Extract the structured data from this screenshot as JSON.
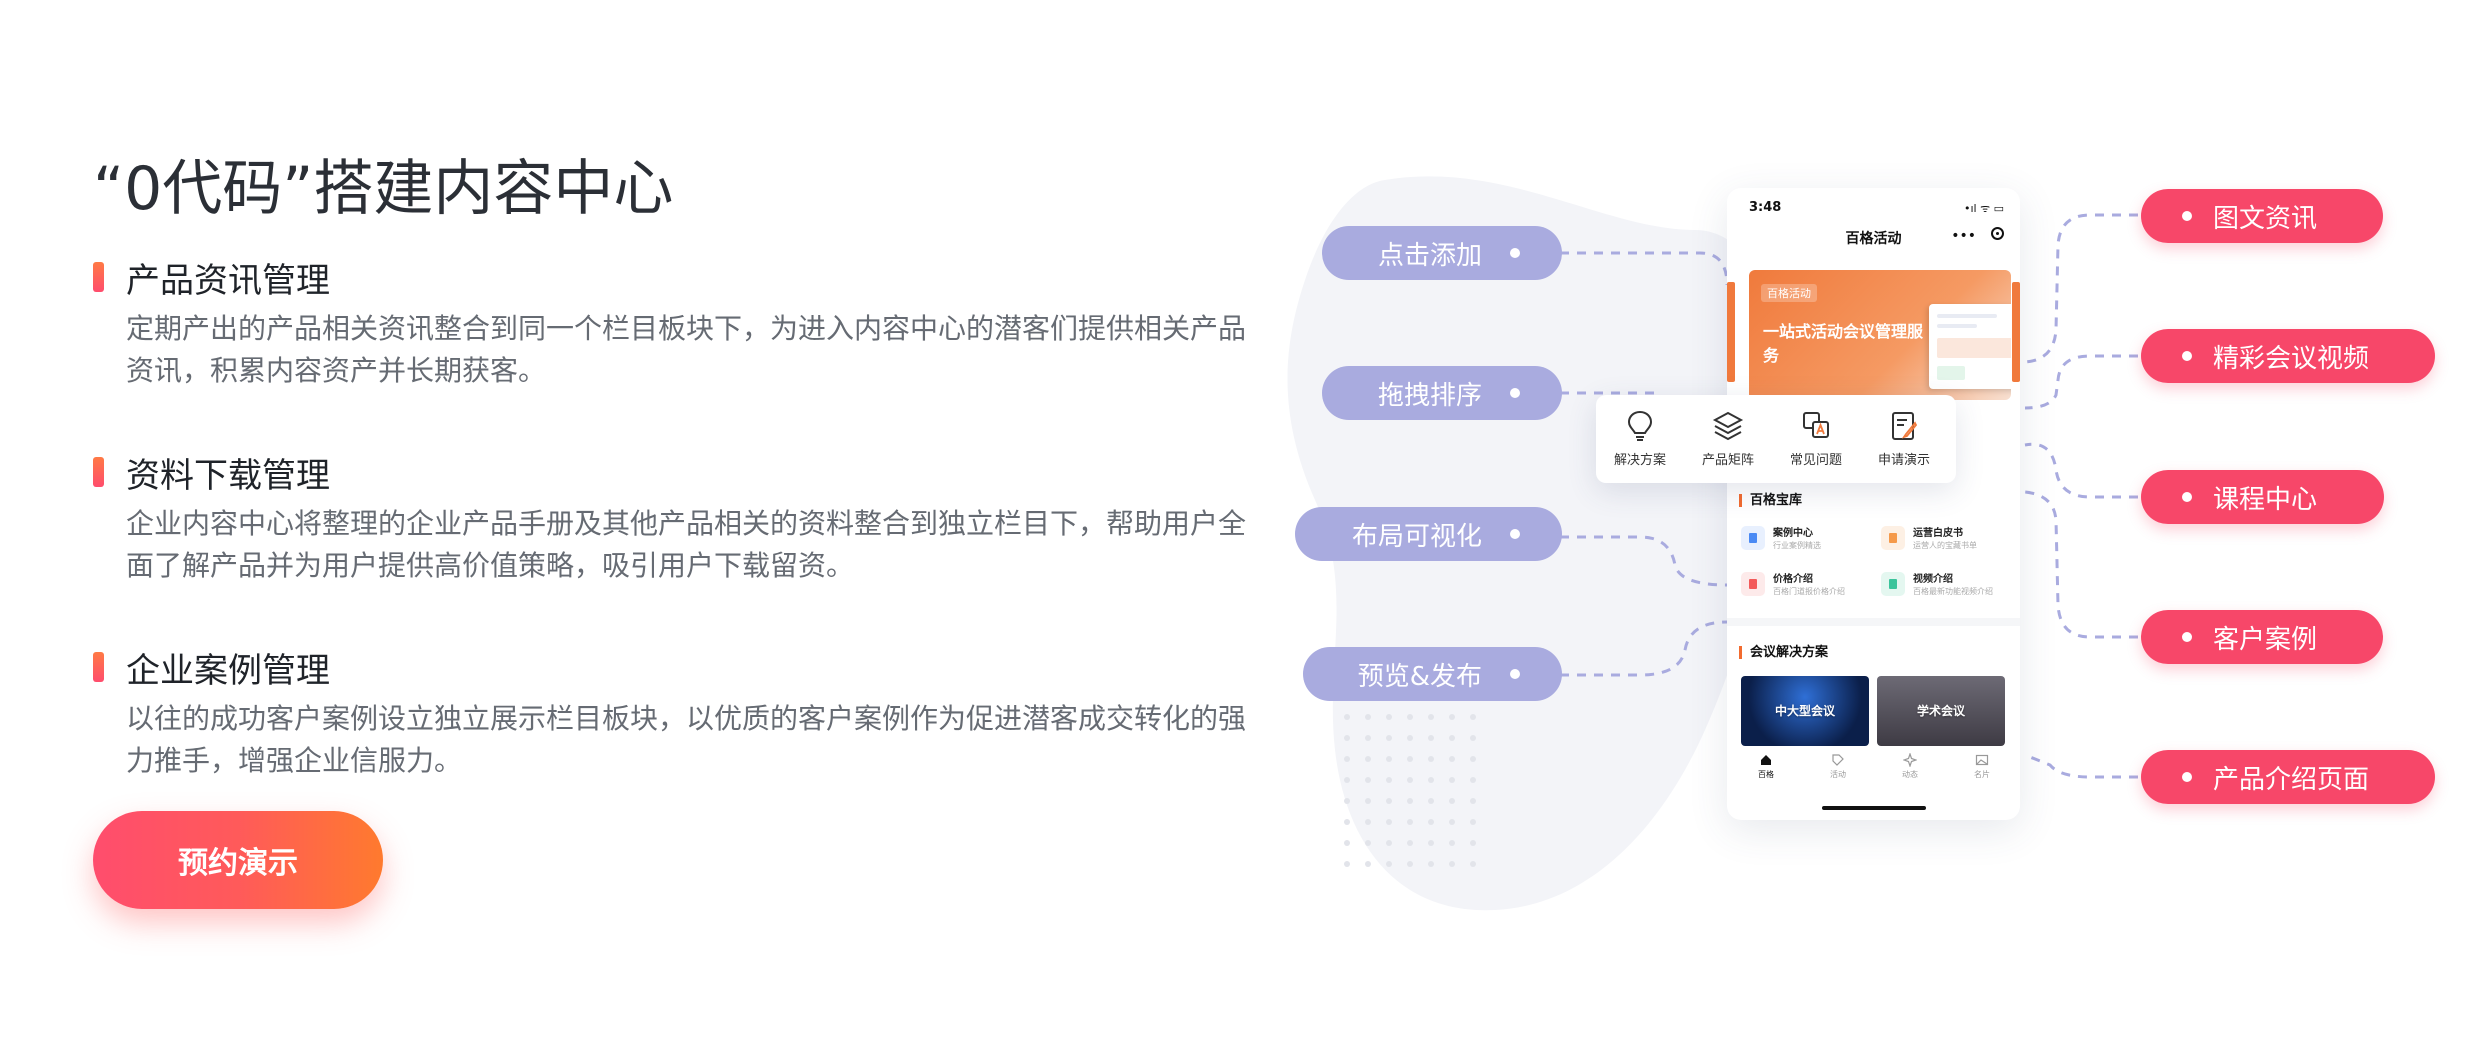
{
  "page": {
    "title": "“0代码”搭建内容中心"
  },
  "features": [
    {
      "title": "产品资讯管理",
      "description": "定期产出的产品相关资讯整合到同一个栏目板块下，为进入内容中心的潜客们提供相关产品资讯，积累内容资产并长期获客。"
    },
    {
      "title": "资料下载管理",
      "description": "企业内容中心将整理的企业产品手册及其他产品相关的资料整合到独立栏目下，帮助用户全面了解产品并为用户提供高价值策略，吸引用户下载留资。"
    },
    {
      "title": "企业案例管理",
      "description": "以往的成功客户案例设立独立展示栏目板块，以优质的客户案例作为促进潜客成交转化的强力推手，增强企业信服力。"
    }
  ],
  "cta": {
    "label": "预约演示"
  },
  "left_tags": [
    "点击添加",
    "拖拽排序",
    "布局可视化",
    "预览&发布"
  ],
  "right_tags": [
    "图文资讯",
    "精彩会议视频",
    "课程中心",
    "客户案例",
    "产品介绍页面"
  ],
  "phone": {
    "time": "3:48",
    "status": "•ıl ᯤ ▭",
    "app_title": "百格活动",
    "more": "•••",
    "banner": {
      "logo": "百格活动",
      "text": "一站式活动会议管理服务"
    },
    "menu": [
      {
        "label": "解决方案",
        "icon": "lightbulb-icon"
      },
      {
        "label": "产品矩阵",
        "icon": "layers-icon"
      },
      {
        "label": "常见问题",
        "icon": "translate-icon"
      },
      {
        "label": "申请演示",
        "icon": "edit-note-icon"
      }
    ],
    "library": {
      "title": "百格宝库",
      "items": [
        {
          "title": "案例中心",
          "subtitle": "行业案例精选",
          "color": "#4a8af4"
        },
        {
          "title": "运营白皮书",
          "subtitle": "运营人的宝藏书单",
          "color": "#f59a4a"
        },
        {
          "title": "价格介绍",
          "subtitle": "百格门道报价格介绍",
          "color": "#f35a5a"
        },
        {
          "title": "视频介绍",
          "subtitle": "百格最新功能视频介绍",
          "color": "#3bc49b"
        }
      ]
    },
    "solutions": {
      "title": "会议解决方案",
      "items": [
        "中大型会议",
        "学术会议"
      ]
    },
    "tabs": [
      {
        "label": "百格",
        "icon": "home-icon"
      },
      {
        "label": "活动",
        "icon": "tag-icon"
      },
      {
        "label": "动态",
        "icon": "sparkle-icon"
      },
      {
        "label": "名片",
        "icon": "image-icon"
      }
    ]
  },
  "colors": {
    "accent": "#f74769",
    "tag_left": "#a9abdf",
    "connector": "#a9abdf",
    "cta_start": "#ff4d6d",
    "cta_end": "#ff7a2e"
  }
}
